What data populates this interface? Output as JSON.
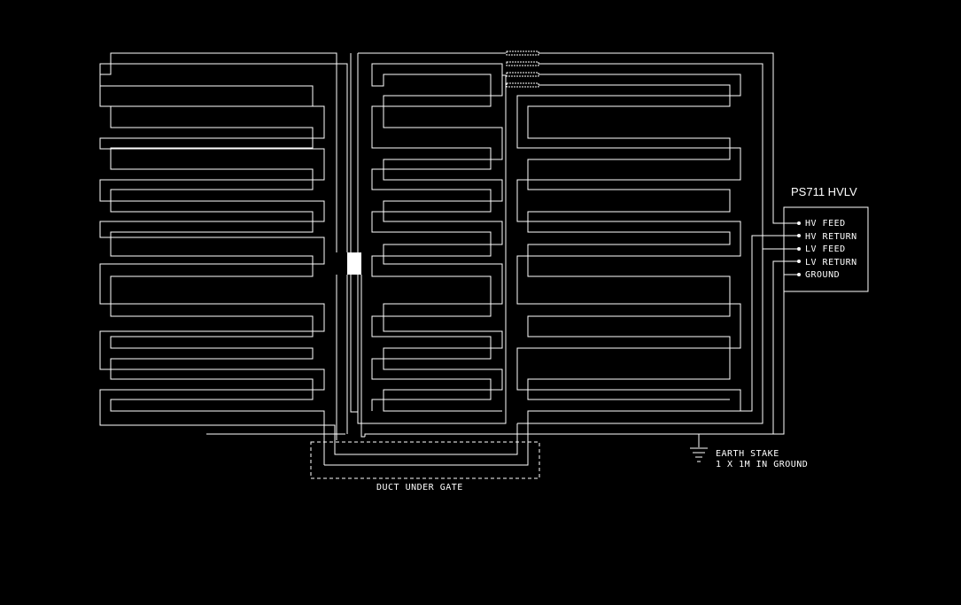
{
  "controller": {
    "name": "PS711 HVLV",
    "terminals": [
      "HV FEED",
      "HV RETURN",
      "LV FEED",
      "LV RETURN",
      "GROUND"
    ]
  },
  "duct_label": "DUCT UNDER GATE",
  "earth_stake": {
    "line1": "EARTH STAKE",
    "line2": "1 X 1M IN GROUND"
  },
  "colors": {
    "background": "#000000",
    "line": "#ffffff"
  }
}
